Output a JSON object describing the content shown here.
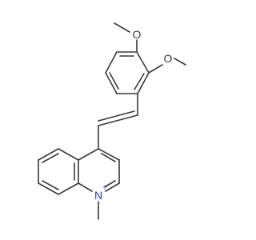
{
  "diagram": {
    "type": "skeletal-structure",
    "atoms": {
      "o_top": {
        "element": "O",
        "label": "O"
      },
      "o_right": {
        "element": "O",
        "label": "O"
      },
      "n_ring": {
        "element": "N",
        "label": "N",
        "charge": "+"
      }
    },
    "colors": {
      "bond": "#3a3a3a",
      "oxygen": "#3a3a3a",
      "nitrogen": "#2f2fe0"
    }
  }
}
